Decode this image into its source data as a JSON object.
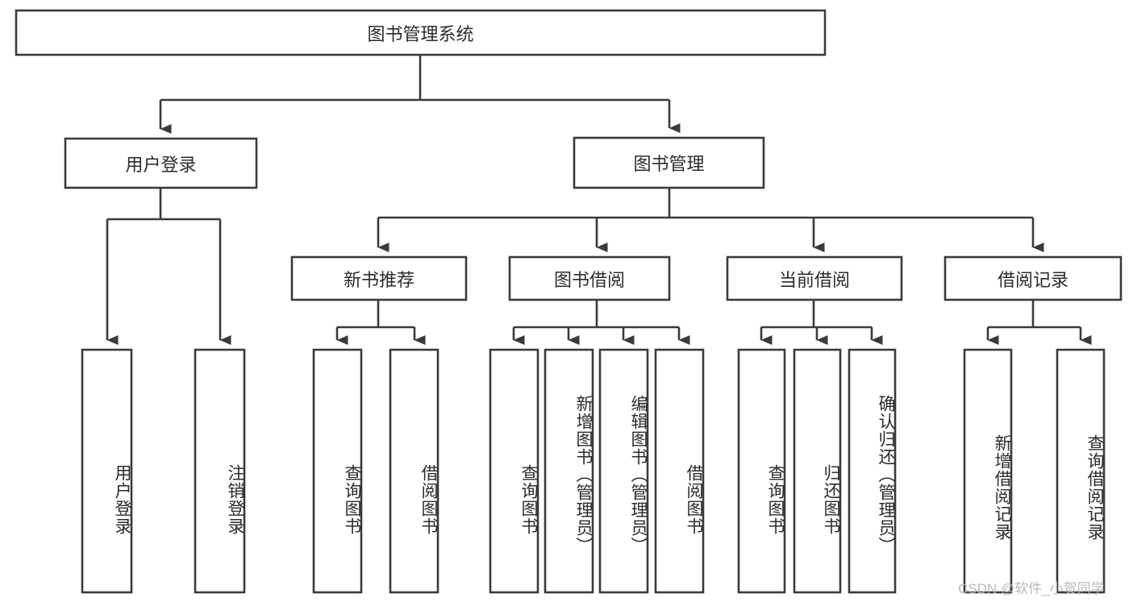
{
  "diagram": {
    "type": "tree-hierarchy-chart",
    "title": "图书管理系统",
    "colors": {
      "stroke": "#3a3a3a",
      "box_fill": "#ffffff",
      "text": "#2b2b2b",
      "background": "#ffffff",
      "watermark": "#b9b9b9"
    },
    "levels": {
      "root": {
        "label": "图书管理系统"
      },
      "level2": [
        {
          "id": "user-login",
          "label": "用户登录"
        },
        {
          "id": "book-management",
          "label": "图书管理"
        }
      ],
      "level3": [
        {
          "id": "new-book-recommend",
          "label": "新书推荐"
        },
        {
          "id": "book-borrow",
          "label": "图书借阅"
        },
        {
          "id": "current-borrow",
          "label": "当前借阅"
        },
        {
          "id": "borrow-record",
          "label": "借阅记录"
        }
      ],
      "leaves": {
        "user-login": [
          {
            "id": "leaf-user-login",
            "label": "用户登录"
          },
          {
            "id": "leaf-logout",
            "label": "注销登录"
          }
        ],
        "new-book-recommend": [
          {
            "id": "leaf-query-book-1",
            "label": "查询图书"
          },
          {
            "id": "leaf-borrow-book-1",
            "label": "借阅图书"
          }
        ],
        "book-borrow": [
          {
            "id": "leaf-query-book-2",
            "label": "查询图书"
          },
          {
            "id": "leaf-add-book",
            "label": "新增图书（管理员）"
          },
          {
            "id": "leaf-edit-book",
            "label": "编辑图书（管理员）"
          },
          {
            "id": "leaf-borrow-book-2",
            "label": "借阅图书"
          }
        ],
        "current-borrow": [
          {
            "id": "leaf-query-book-3",
            "label": "查询图书"
          },
          {
            "id": "leaf-return-book",
            "label": "归还图书"
          },
          {
            "id": "leaf-confirm-return",
            "label": "确认归还（管理员）"
          }
        ],
        "borrow-record": [
          {
            "id": "leaf-add-record",
            "label": "新增借阅记录"
          },
          {
            "id": "leaf-query-record",
            "label": "查询借阅记录"
          }
        ]
      }
    },
    "watermark": "CSDN @软件_小贺同学"
  }
}
